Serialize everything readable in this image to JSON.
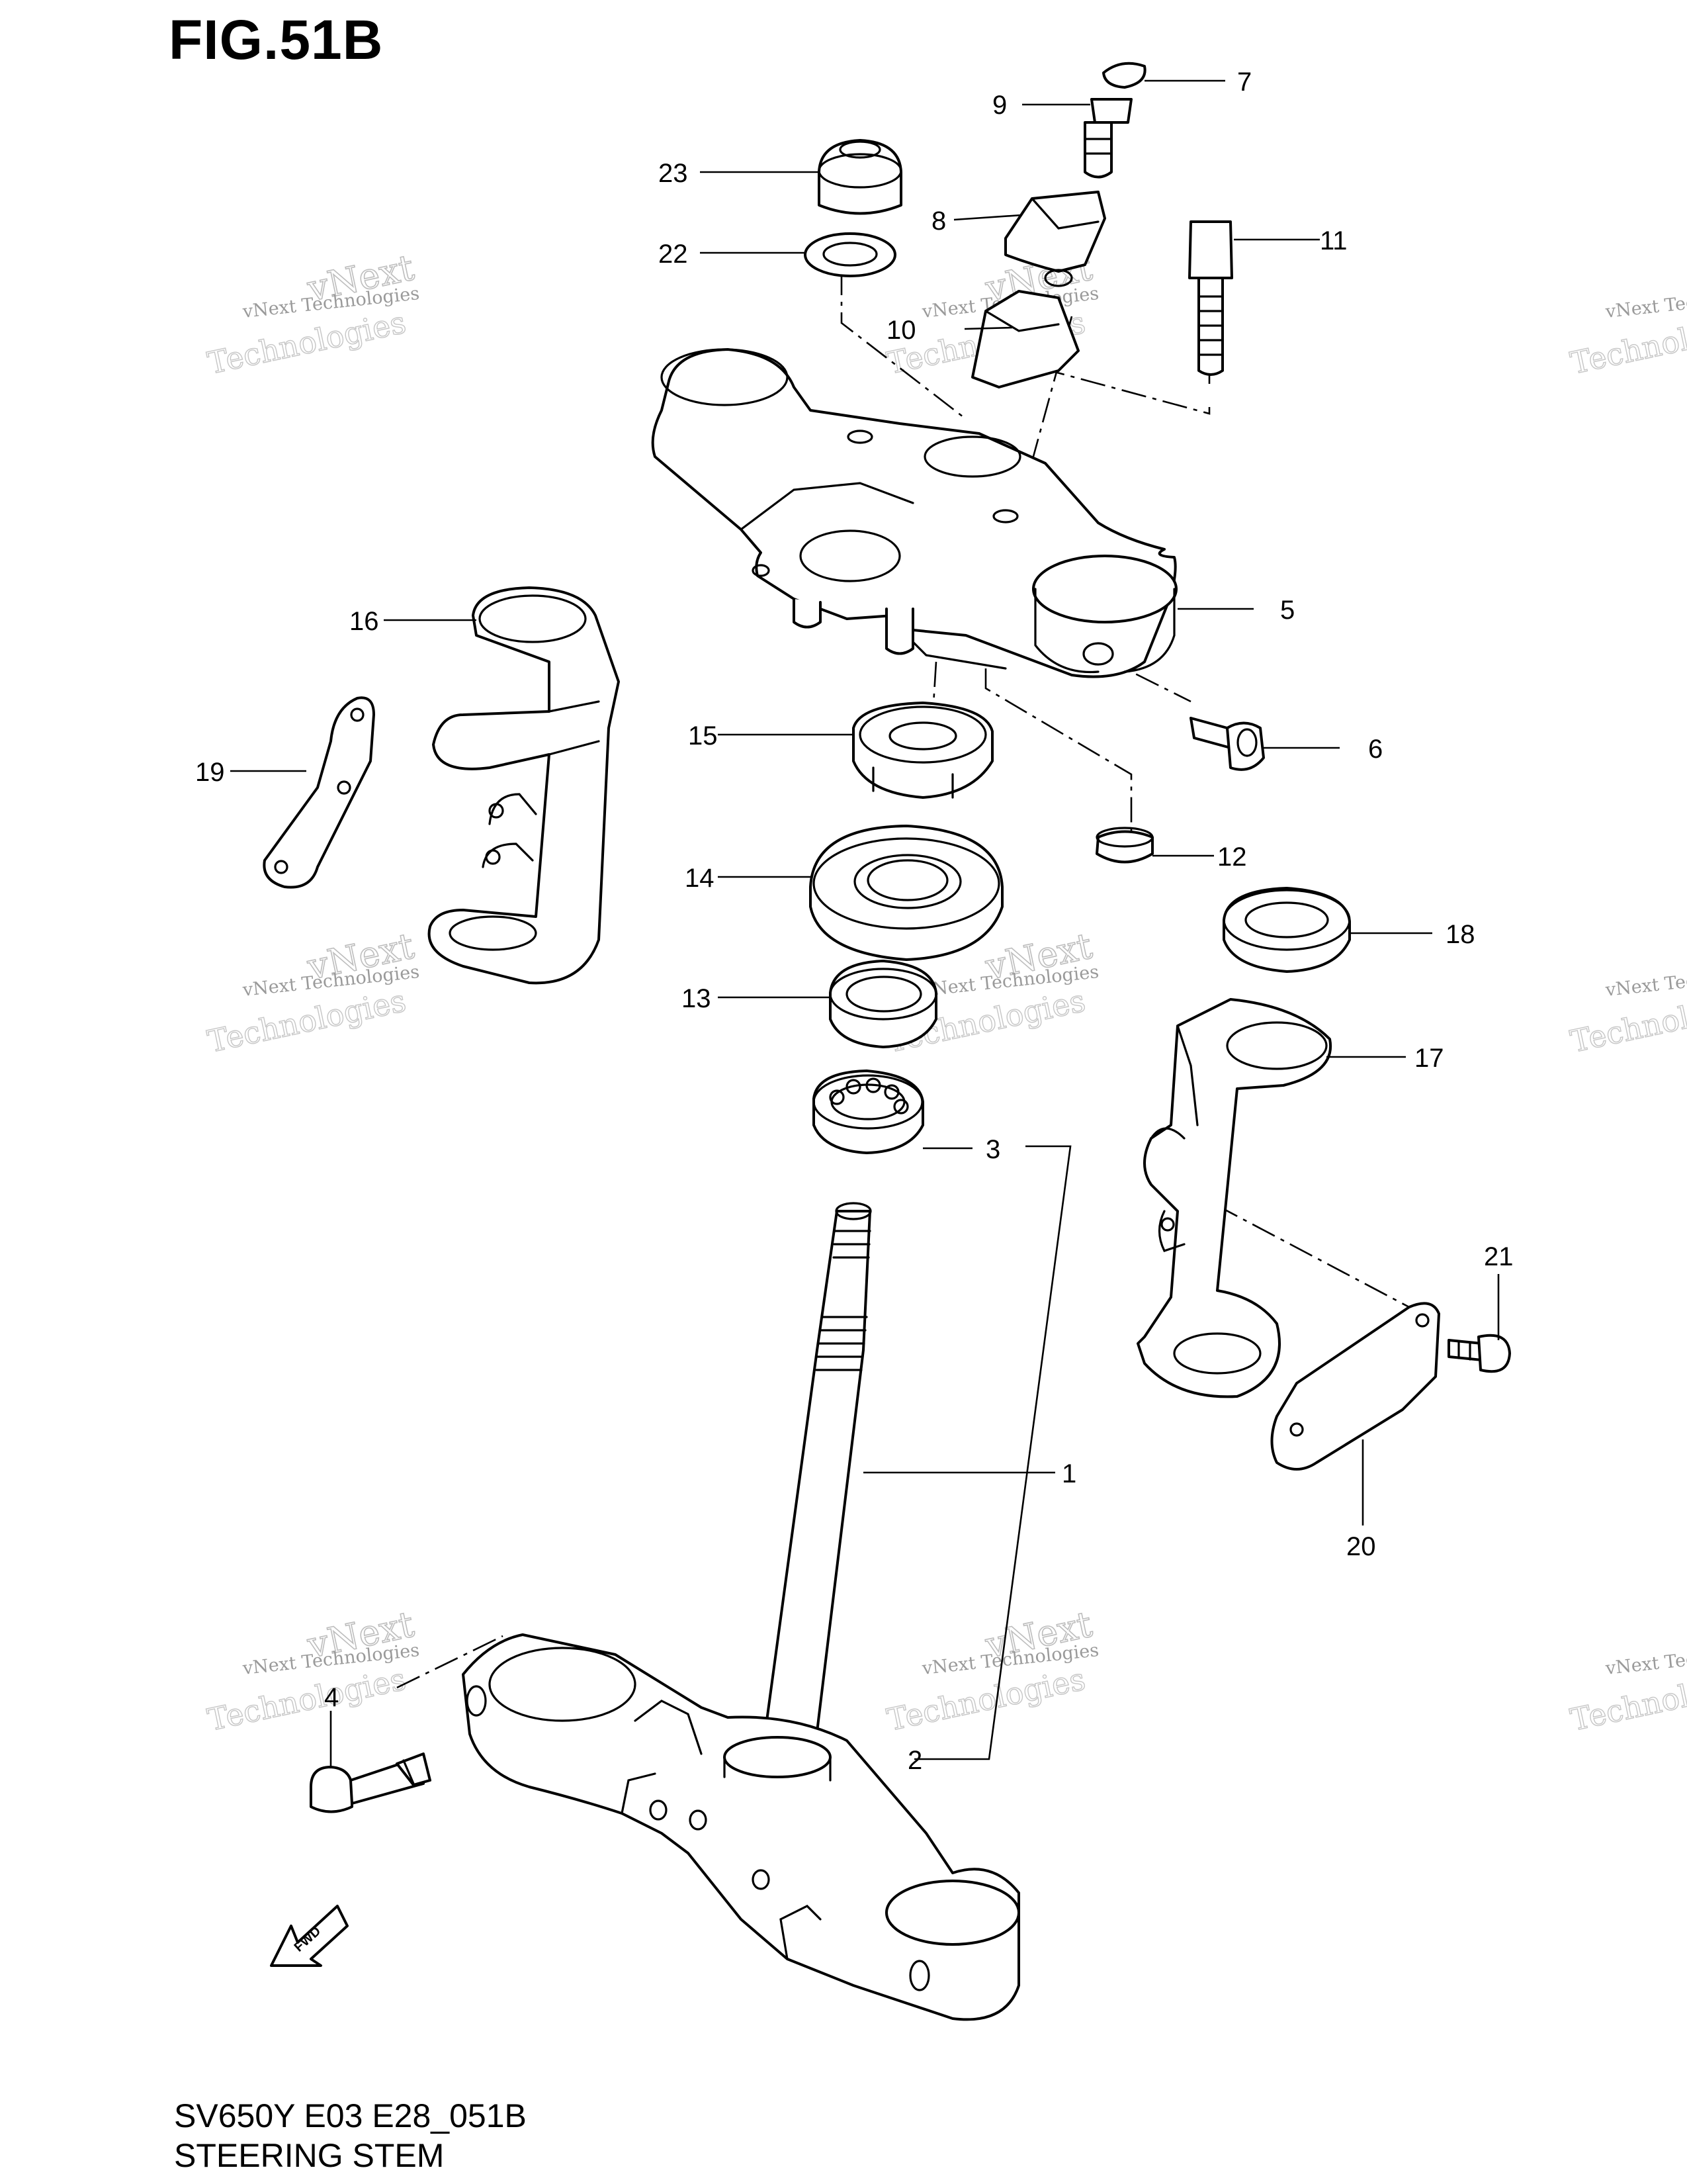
{
  "figure": {
    "title": "FIG.51B",
    "model_code": "SV650Y E03 E28_051B",
    "name": "STEERING STEM"
  },
  "watermark": {
    "line1": "vNext Technologies",
    "line2": "vNext",
    "line3": "Technologies"
  },
  "direction_marker": "FWD",
  "callouts": [
    "1",
    "2",
    "3",
    "4",
    "5",
    "6",
    "7",
    "8",
    "9",
    "10",
    "11",
    "12",
    "13",
    "14",
    "15",
    "16",
    "17",
    "18",
    "19",
    "20",
    "21",
    "22",
    "23"
  ]
}
